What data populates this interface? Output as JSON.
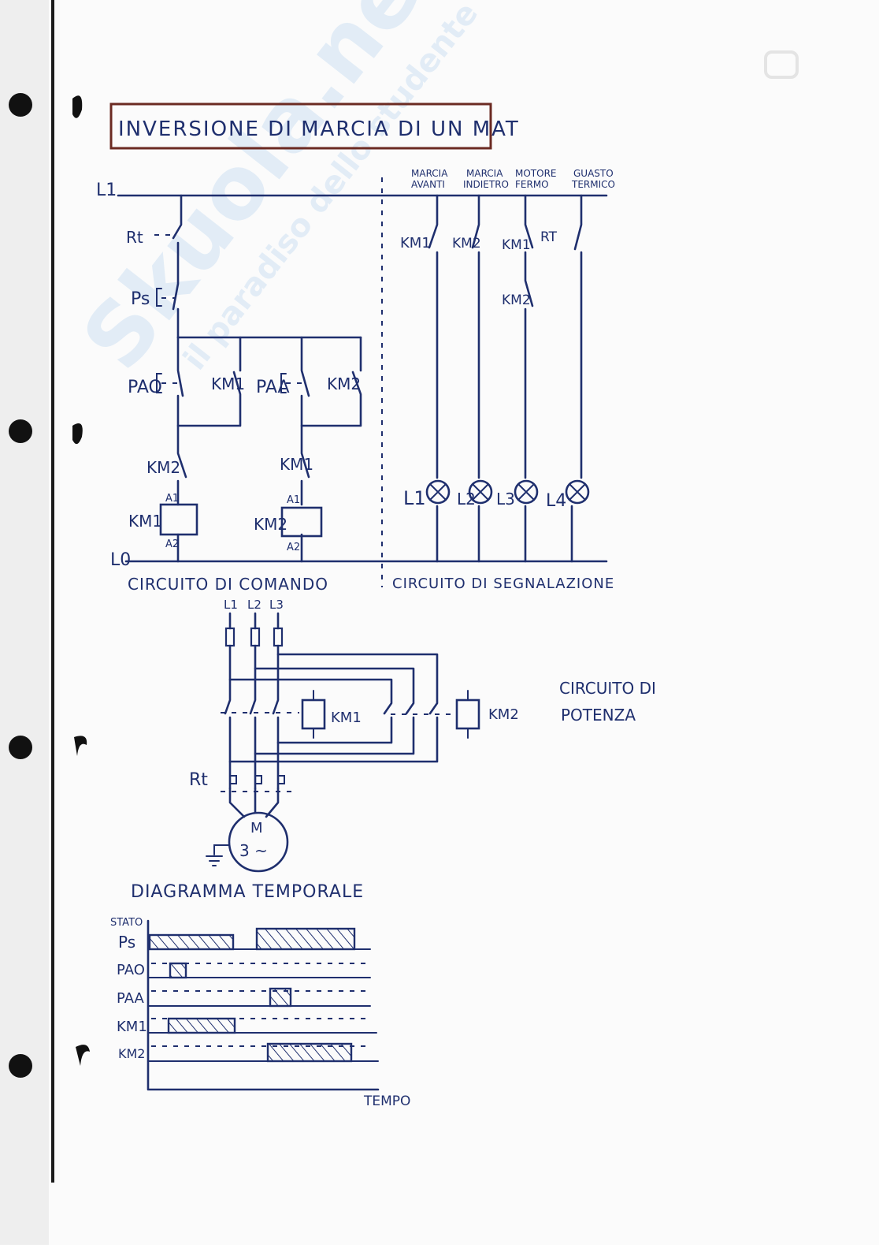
{
  "title": "INVERSIONE DI MARCIA DI UN MAT",
  "watermark": {
    "brand": "Skuola.net",
    "tagline": "il paradiso dello studente"
  },
  "colors": {
    "ink": "#1f2f6e",
    "watermark": "#3f8fd8",
    "margin_line": "#1b1b1b"
  },
  "control_circuit": {
    "line_top": "L1",
    "line_bottom": "L0",
    "caption": "CIRCUITO DI COMANDO",
    "labels": {
      "thermal_relay": "Rt",
      "stop_button": "Ps",
      "button_back": "PAO",
      "button_forward": "PAA",
      "km1": "KM1",
      "km2": "KM2",
      "coil1_a1": "A1",
      "coil1_a2": "A2",
      "coil2_a1": "A1",
      "coil2_a2": "A2"
    }
  },
  "signal_circuit": {
    "caption": "CIRCUITO DI SEGNALAZIONE",
    "columns": [
      {
        "header_line1": "MARCIA",
        "header_line2": "AVANTI",
        "contact": "KM1",
        "lamp": "L1"
      },
      {
        "header_line1": "MARCIA",
        "header_line2": "INDIETRO",
        "contact": "KM2",
        "lamp": "L2"
      },
      {
        "header_line1": "MOTORE",
        "header_line2": "FERMO",
        "contact": "KM1",
        "contact2": "KM2",
        "lamp": "L3"
      },
      {
        "header_line1": "GUASTO",
        "header_line2": "TERMICO",
        "contact": "RT",
        "lamp": "L4"
      }
    ]
  },
  "power_circuit": {
    "caption_line1": "CIRCUITO DI",
    "caption_line2": "POTENZA",
    "phases": [
      "L1",
      "L2",
      "L3"
    ],
    "km1": "KM1",
    "km2": "KM2",
    "thermal_relay": "Rt",
    "motor_line1": "M",
    "motor_line2": "3 ~"
  },
  "timing_diagram": {
    "title": "DIAGRAMMA TEMPORALE",
    "y_label": "STATO",
    "x_label": "TEMPO",
    "rows": [
      "Ps",
      "PAO",
      "PAA",
      "KM1",
      "KM2"
    ]
  }
}
